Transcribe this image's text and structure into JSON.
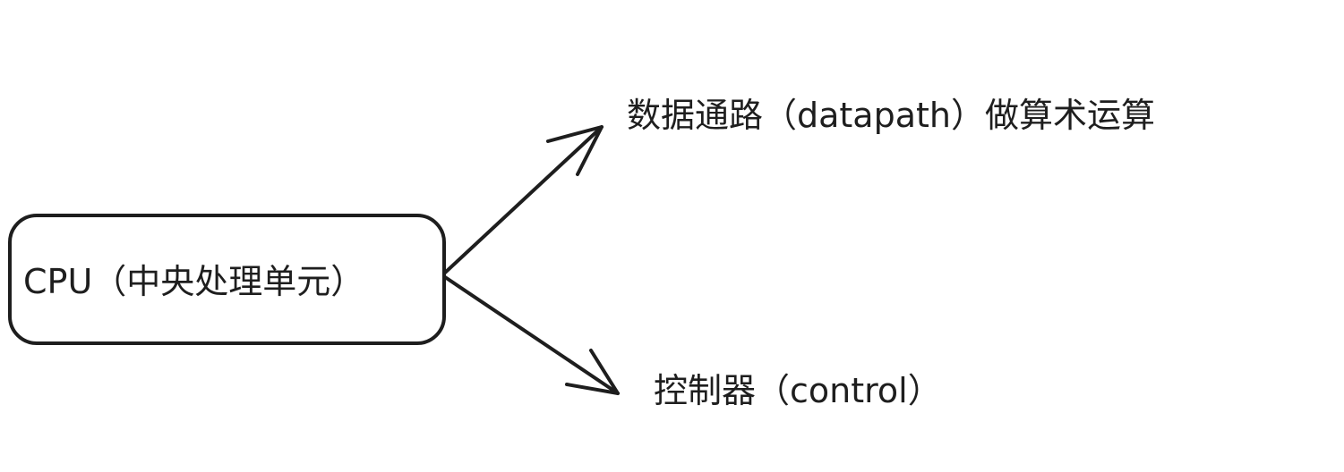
{
  "nodes": {
    "cpu": "CPU（中央处理单元）",
    "datapath": "数据通路（datapath）做算术运算",
    "control": "控制器（control）"
  },
  "colors": {
    "stroke": "#1e1e1e",
    "background": "#ffffff"
  }
}
